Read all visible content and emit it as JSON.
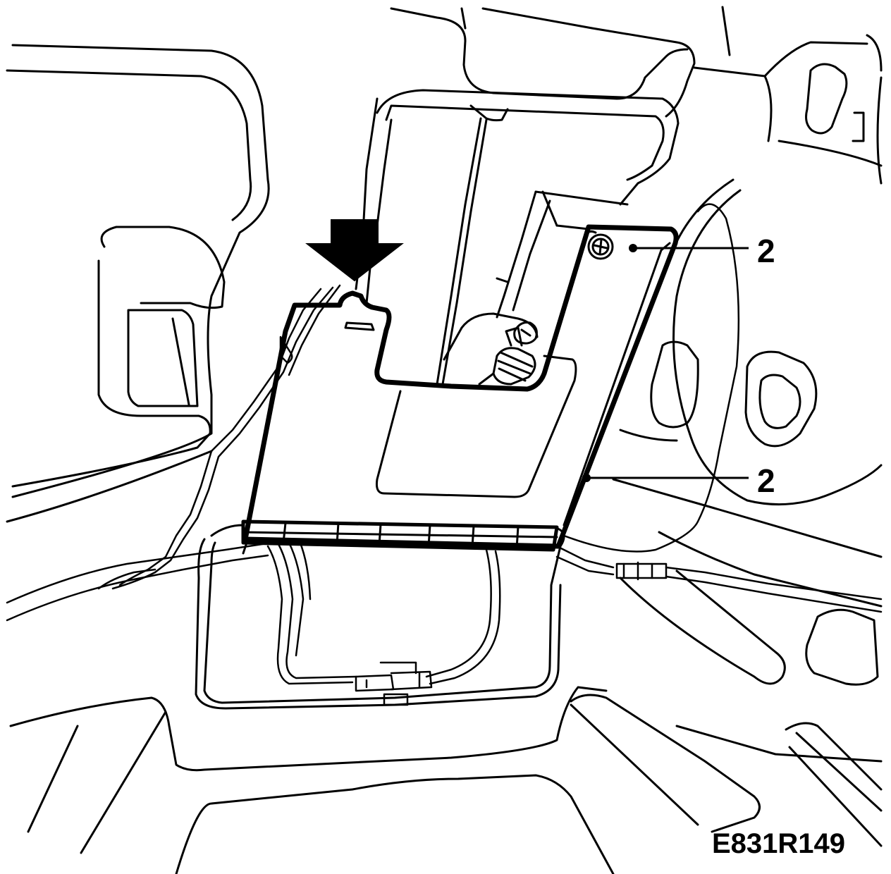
{
  "diagram": {
    "figure_id": "E831R149",
    "callouts": [
      {
        "id": "callout-screw",
        "label": "2"
      },
      {
        "id": "callout-edge",
        "label": "2"
      }
    ],
    "arrow": {
      "direction": "down"
    },
    "colors": {
      "line": "#000000",
      "background": "#ffffff"
    }
  }
}
